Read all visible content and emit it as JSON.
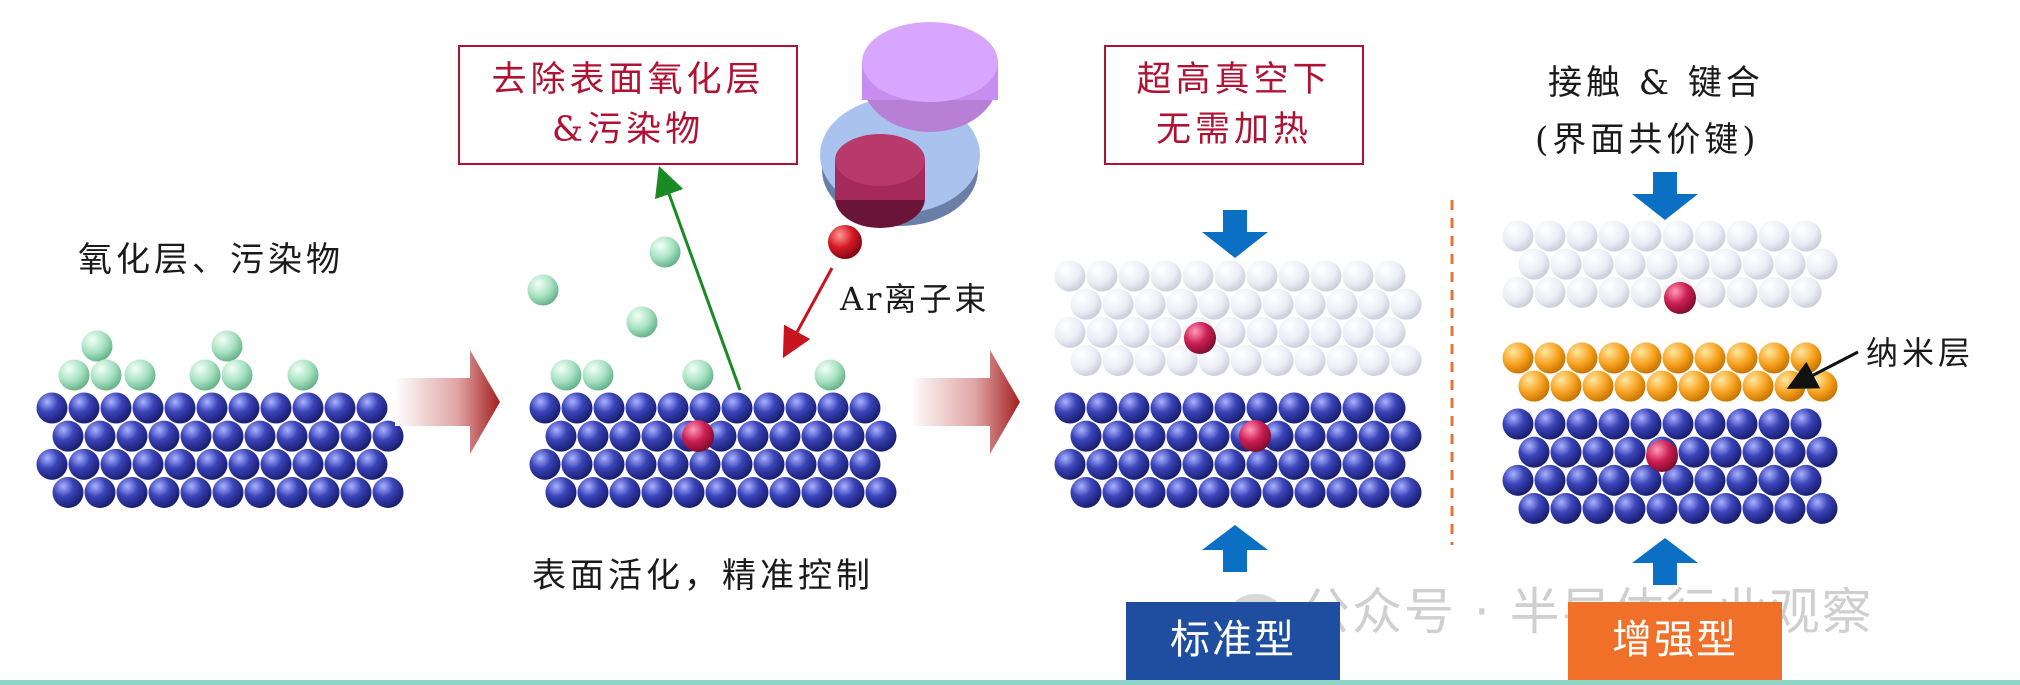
{
  "panel1": {
    "label": "氧化层、污染物"
  },
  "panel2": {
    "removal_box": [
      "去除表面氧化层",
      "&污染物"
    ],
    "ion_beam_label": "Ar离子束",
    "caption": "表面活化，精准控制"
  },
  "panel3": {
    "condition_box": [
      "超高真空下",
      "无需加热"
    ],
    "badge": "标准型"
  },
  "panel4": {
    "title_line1": "接触 & 键合",
    "title_line2": "(界面共价键)",
    "nano_label": "纳米层",
    "badge": "增强型"
  },
  "watermark": "公众号 · 半导体行业观察",
  "colors": {
    "substrate": "#2f3aa0",
    "contaminant": "#8fd6b0",
    "ion": "#c8141e",
    "defect": "#c0194a",
    "top_wafer": "#eef0f7",
    "nano_layer": "#f7a21f",
    "arrow_blue": "#0b6fc4",
    "badge_standard": "#1f4ea0",
    "badge_enhanced": "#f0702a",
    "box_red": "#b01233",
    "removal_arrow": "#1a8a24"
  }
}
